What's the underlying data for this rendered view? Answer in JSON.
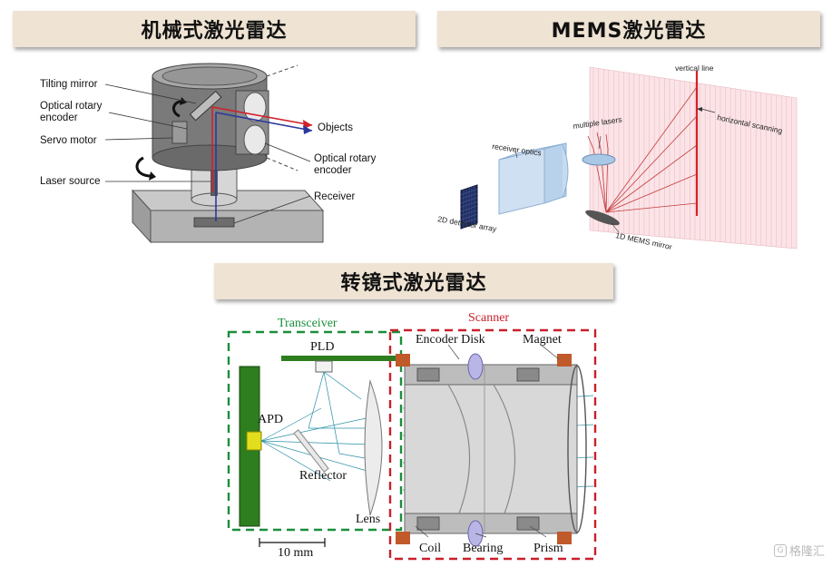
{
  "titles": {
    "mechanical": "机械式激光雷达",
    "mems": "MEMS激光雷达",
    "mirror": "转镜式激光雷达"
  },
  "mechanical": {
    "labels": {
      "tilting_mirror": "Tilting mirror",
      "optical_rotary_encoder_a_1": "Optical rotary",
      "optical_rotary_encoder_a_2": "encoder",
      "servo_motor": "Servo motor",
      "laser_source": "Laser source",
      "objects": "Objects",
      "optical_rotary_encoder_b_1": "Optical rotary",
      "optical_rotary_encoder_b_2": "encoder",
      "receiver": "Receiver"
    }
  },
  "mems": {
    "labels": {
      "vertical_line": "vertical line",
      "horizontal_scanning": "horizontal scanning",
      "multiple_lasers": "multiple lasers",
      "receiver_optics": "receiver optics",
      "detector_array": "2D detector array",
      "mems_mirror": "1D MEMS mirror"
    }
  },
  "mirror": {
    "labels": {
      "transceiver": "Transceiver",
      "scanner": "Scanner",
      "pld": "PLD",
      "apd": "APD",
      "encoder_disk": "Encoder Disk",
      "magnet": "Magnet",
      "reflector": "Reflector",
      "lens": "Lens",
      "coil": "Coil",
      "bearing": "Bearing",
      "prism": "Prism",
      "scale": "10 mm"
    },
    "colors": {
      "transceiver": "#1a8f3a",
      "scanner": "#c8202a"
    }
  },
  "watermark": {
    "logo": "G",
    "text": "格隆汇"
  }
}
